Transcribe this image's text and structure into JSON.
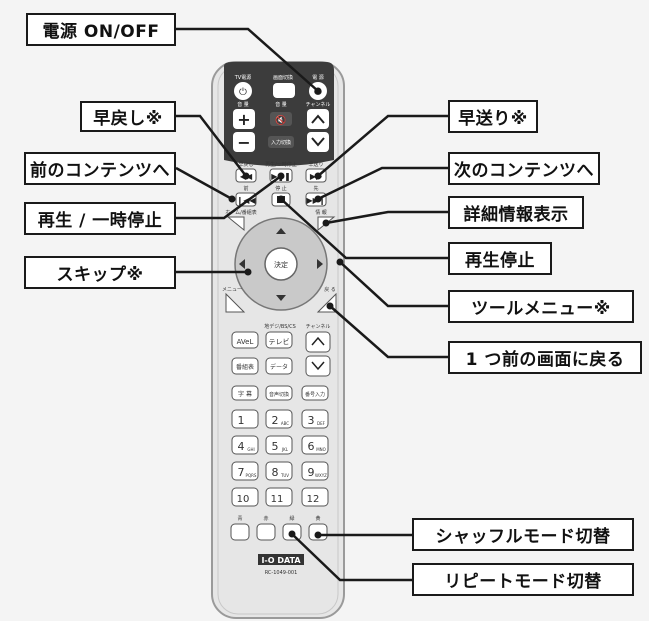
{
  "callouts": {
    "power": "電源 ON/OFF",
    "rewind": "早戻し※",
    "prev_content": "前のコンテンツへ",
    "play_pause": "再生 / 一時停止",
    "skip": "スキップ※",
    "fast_forward": "早送り※",
    "next_content": "次のコンテンツへ",
    "detail_info": "詳細情報表示",
    "stop": "再生停止",
    "tool_menu": "ツールメニュー※",
    "back": "1 つ前の画面に戻る",
    "shuffle": "シャッフルモード切替",
    "repeat": "リピートモード切替"
  },
  "remote": {
    "tv_power": "TV電源",
    "input_switch": "画面切換",
    "power": "電 源",
    "volume": "音 量",
    "channel": "チャンネル",
    "input": "入力切換",
    "rewind_lbl": "早戻し",
    "play_lbl": "再生/一時停止",
    "ff_lbl": "早送り",
    "prev_lbl": "前",
    "stop_lbl": "停 止",
    "next_lbl": "先",
    "home_lbl": "ホーム/番組表",
    "info_lbl": "情 報",
    "ok_lbl": "決定",
    "menu_lbl": "メニュー",
    "back_lbl": "戻 る",
    "bs_lbl": "地デジ/BS/CS",
    "ch_lbl": "チャンネル",
    "avel": "AVeL",
    "tv": "テレビ",
    "guide": "番組表",
    "data": "データ",
    "caption": "字 幕",
    "audio": "音声切換",
    "num_input": "番号入力",
    "k1": "1",
    "k2": "2",
    "k3": "3",
    "k4": "4",
    "k5": "5",
    "k6": "6",
    "k7": "7",
    "k8": "8",
    "k9": "9",
    "k10": "10",
    "k11": "11",
    "k12": "12",
    "s2": "ABC",
    "s3": "DEF",
    "s4": "GHI",
    "s5": "JKL",
    "s6": "MNO",
    "s7": "PQRS",
    "s8": "TUV",
    "s9": "WXYZ",
    "color_blue": "青",
    "color_red": "赤",
    "color_green": "緑",
    "color_yellow": "黄",
    "brand": "I-O DATA",
    "model": "RC-1049-001"
  }
}
